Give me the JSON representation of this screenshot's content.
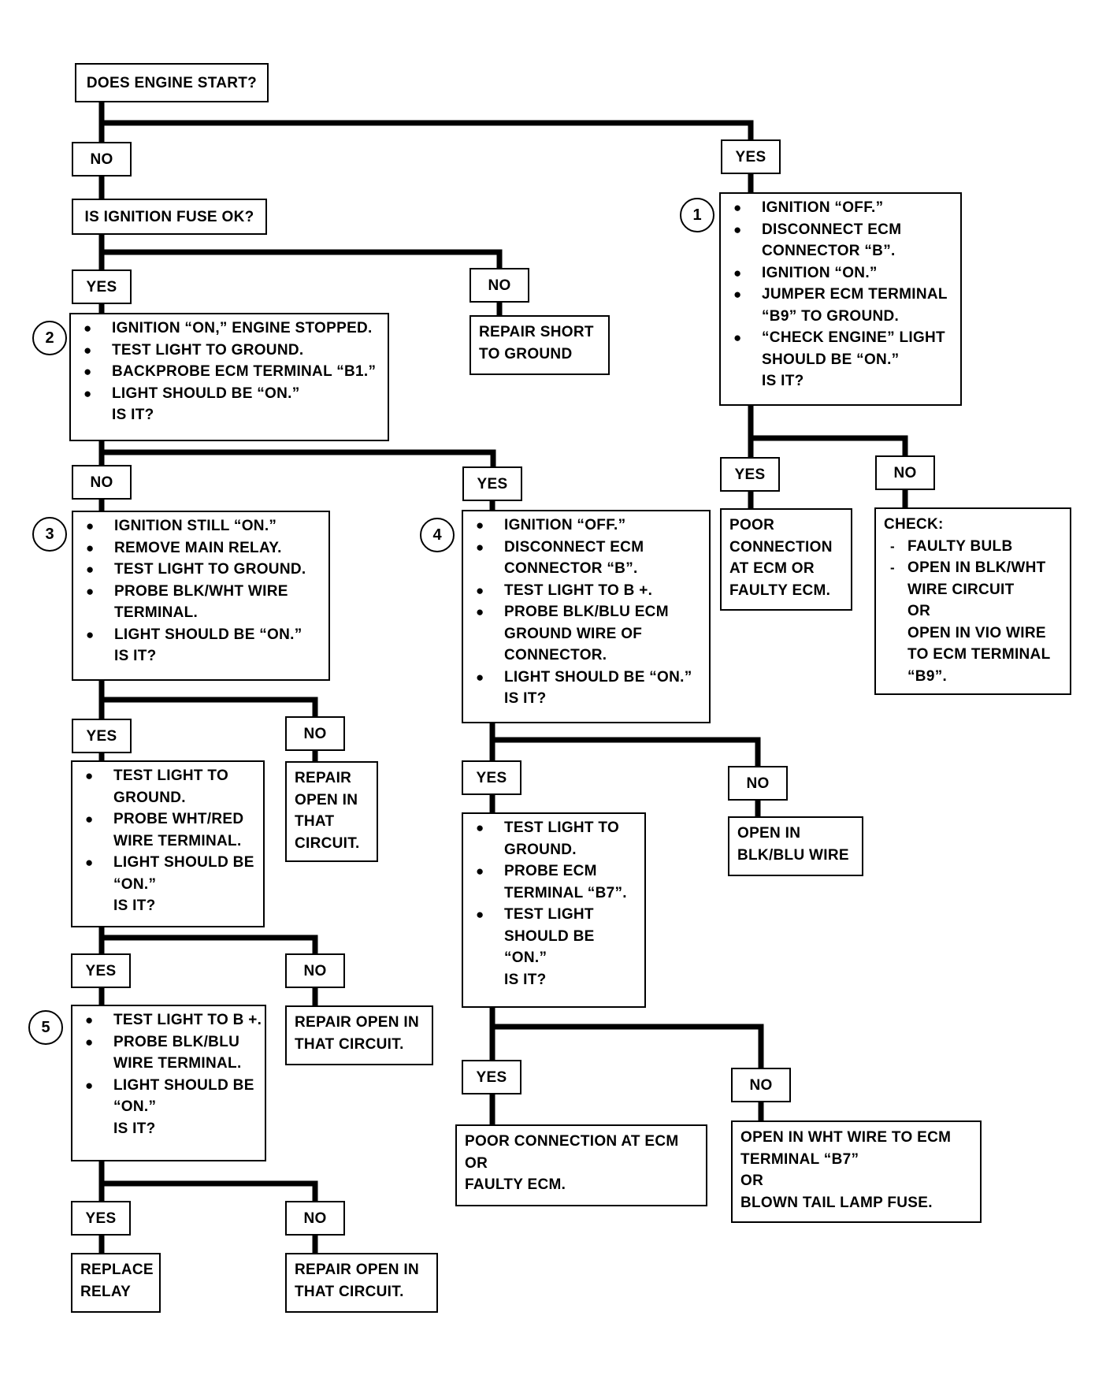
{
  "start": {
    "question": "DOES ENGINE START?"
  },
  "branch_no": "NO",
  "branch_yes": "YES",
  "bullet": "●",
  "dash": "-",
  "n1": {
    "no_label": "NO",
    "question": "IS IGNITION FUSE OK?"
  },
  "n2": {
    "yes_label": "YES",
    "no_label": "NO",
    "step": "2",
    "lines": [
      "IGNITION “ON,” ENGINE STOPPED.",
      "TEST LIGHT TO GROUND.",
      "BACKPROBE ECM TERMINAL “B1.”",
      "LIGHT SHOULD BE “ON.”"
    ],
    "question": "IS IT?",
    "no_result": "REPAIR SHORT\nTO GROUND"
  },
  "s1": {
    "yes_label": "YES",
    "step": "1",
    "items": [
      [
        "IGNITION “OFF.”"
      ],
      [
        "DISCONNECT ECM",
        "CONNECTOR “B”."
      ],
      [
        "IGNITION “ON.”"
      ],
      [
        "JUMPER ECM TERMINAL",
        "“B9” TO GROUND."
      ],
      [
        "“CHECK ENGINE” LIGHT",
        "SHOULD BE “ON.”"
      ]
    ],
    "question": "IS IT?",
    "yes_label_2": "YES",
    "no_label_2": "NO",
    "yes_result": "POOR\nCONNECTION\nAT ECM OR\nFAULTY ECM.",
    "no_result": {
      "title": "CHECK:",
      "items": [
        [
          "FAULTY BULB"
        ],
        [
          "OPEN IN BLK/WHT",
          "WIRE CIRCUIT"
        ]
      ],
      "or_1": "OR",
      "tail": [
        "OPEN IN VIO WIRE",
        "TO ECM TERMINAL",
        "“B9”."
      ]
    }
  },
  "s3": {
    "no_label": "NO",
    "step": "3",
    "items": [
      [
        "IGNITION STILL “ON.”"
      ],
      [
        "REMOVE MAIN RELAY."
      ],
      [
        "TEST LIGHT TO GROUND."
      ],
      [
        "PROBE BLK/WHT WIRE",
        "TERMINAL."
      ],
      [
        "LIGHT SHOULD BE “ON.”"
      ]
    ],
    "question": "IS IT?"
  },
  "s3b": {
    "yes_label": "YES",
    "no_label": "NO",
    "items": [
      [
        "TEST LIGHT TO",
        "GROUND."
      ],
      [
        "PROBE WHT/RED",
        "WIRE TERMINAL."
      ],
      [
        "LIGHT SHOULD BE",
        "“ON.”"
      ]
    ],
    "question": "IS IT?",
    "no_result": "REPAIR\nOPEN IN\nTHAT\nCIRCUIT."
  },
  "s5": {
    "yes_label": "YES",
    "no_label": "NO",
    "step": "5",
    "items": [
      [
        "TEST LIGHT TO B +."
      ],
      [
        "PROBE BLK/BLU",
        "WIRE TERMINAL."
      ],
      [
        "LIGHT SHOULD BE",
        "“ON.”"
      ]
    ],
    "question": "IS IT?",
    "no_result": "REPAIR OPEN IN\nTHAT CIRCUIT.",
    "yes_label_2": "YES",
    "no_label_2": "NO",
    "yes_result": "REPLACE\nRELAY",
    "no_result_2": "REPAIR OPEN IN\nTHAT CIRCUIT."
  },
  "s4": {
    "yes_label": "YES",
    "step": "4",
    "items": [
      [
        "IGNITION “OFF.”"
      ],
      [
        "DISCONNECT ECM",
        "CONNECTOR “B”."
      ],
      [
        "TEST LIGHT TO B +."
      ],
      [
        "PROBE  BLK/BLU ECM",
        "GROUND WIRE OF",
        "CONNECTOR."
      ],
      [
        "LIGHT SHOULD BE “ON.”"
      ]
    ],
    "question": "IS IT?"
  },
  "s4b": {
    "yes_label": "YES",
    "no_label": "NO",
    "items": [
      [
        "TEST LIGHT TO",
        "GROUND."
      ],
      [
        "PROBE ECM",
        "TERMINAL “B7”."
      ],
      [
        "TEST LIGHT",
        "SHOULD BE",
        "“ON.”"
      ]
    ],
    "question": "IS IT?",
    "no_result": "OPEN IN\nBLK/BLU WIRE",
    "yes_label_2": "YES",
    "no_label_2": "NO",
    "yes_result": "POOR CONNECTION AT ECM\nOR\nFAULTY ECM.",
    "no_result_2": "OPEN IN WHT WIRE TO ECM\nTERMINAL “B7”\nOR\nBLOWN TAIL LAMP FUSE."
  }
}
